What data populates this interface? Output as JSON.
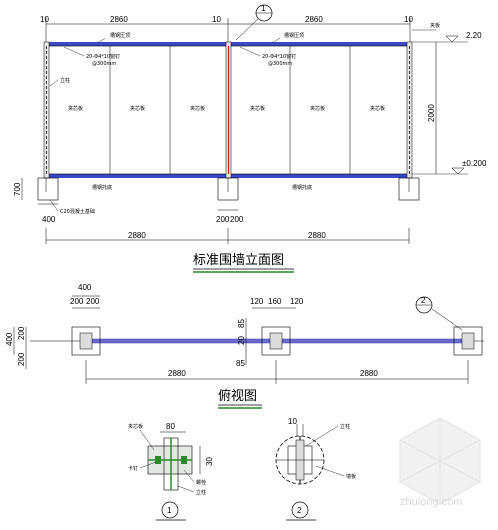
{
  "elevation": {
    "title": "标准围墙立面图",
    "top_dims": [
      "2860",
      "2860"
    ],
    "top_small_dims": [
      "10",
      "10",
      "10"
    ],
    "callout": "1",
    "top_rail_labels": [
      "槽钢压顶",
      "槽钢压顶"
    ],
    "anchor_labels": [
      "20-Φ4*10窗钉\n@300mm",
      "20-Φ4*10窗钉\n@300mm"
    ],
    "post_label": "立柱",
    "edge_label": "夹板",
    "panel_label": "夹芯板",
    "base_labels": [
      "槽钢托底",
      "槽钢托底"
    ],
    "concrete_label": "C20混凝土基础",
    "right_level_top": "2.20",
    "right_height": "2000",
    "right_level_bottom": "±0.200",
    "left_footing": "700",
    "footing_dims": [
      "400",
      "200",
      "200"
    ],
    "bottom_dims": [
      "2880",
      "2880"
    ]
  },
  "plan": {
    "title": "俯视图",
    "top_dims_left": [
      "400",
      "200",
      "200"
    ],
    "top_dims_mid": [
      "120",
      "160",
      "120"
    ],
    "callout": "2",
    "left_dims": [
      "400",
      "200",
      "200"
    ],
    "mid_dims": [
      "85",
      "20",
      "85"
    ],
    "bottom_dims": [
      "2880",
      "2880"
    ]
  },
  "detail1": {
    "callout": "1",
    "dim_top": "80",
    "dim_right": "30",
    "labels": [
      "夹芯板",
      "卡钉",
      "螺栓",
      "立柱"
    ]
  },
  "detail2": {
    "callout": "2",
    "dim_top": "10",
    "labels": [
      "立柱",
      "墙板"
    ]
  },
  "watermark": {
    "text": "zhulong.com"
  }
}
